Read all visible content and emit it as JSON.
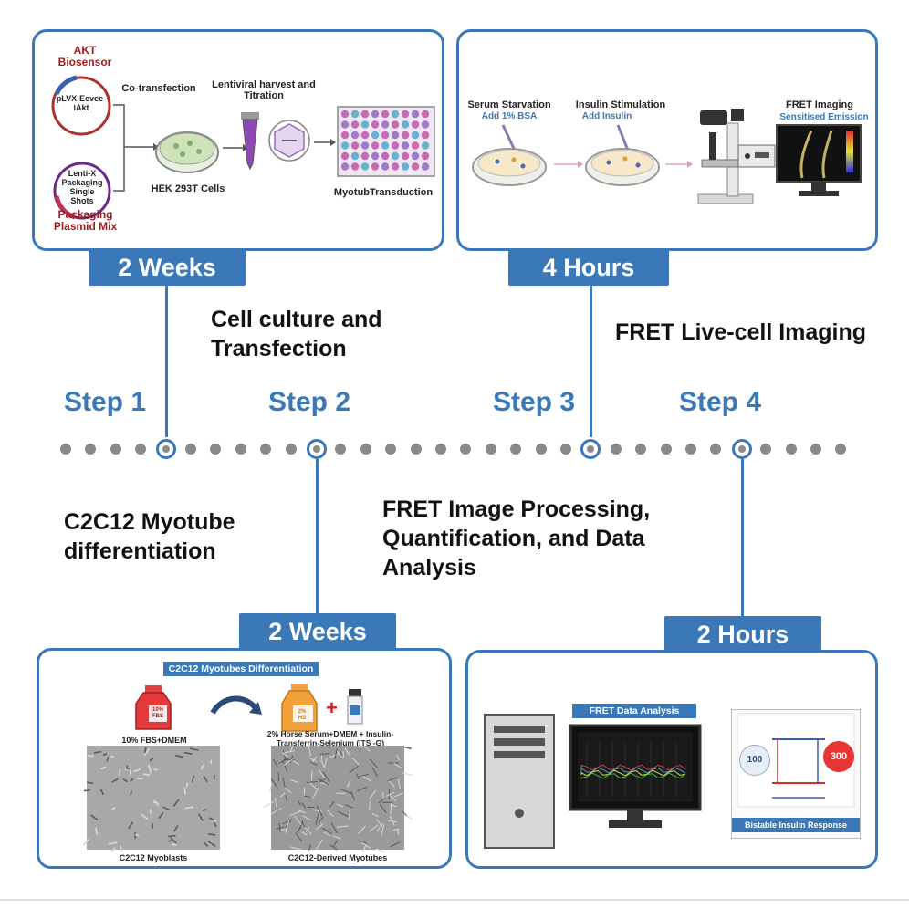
{
  "panel1": {
    "biosensor_label": "AKT\nBiosensor",
    "plasmid1": "pLVX-Eevee-\niAkt",
    "plasmid2": "Lenti-X\nPackaging\nSingle\nShots",
    "packaging_label": "Packaging\nPlasmid Mix",
    "cotransfection": "Co-transfection",
    "harvest": "Lentiviral harvest and\nTitration",
    "hek": "HEK 293T Cells",
    "myotube": "MyotubTransduction",
    "duration": "2 Weeks"
  },
  "panel2": {
    "serum": "Serum Starvation",
    "bsa": "Add 1% BSA",
    "insulin_stim": "Insulin Stimulation",
    "add_insulin": "Add Insulin",
    "fret_imaging": "FRET Imaging",
    "sensitised": "Sensitised Emission",
    "duration": "4 Hours"
  },
  "panel3": {
    "header": "C2C12 Myotubes Differentiation",
    "flask1_label": "10%\nFBS",
    "flask2_label": "2%\nHS",
    "medium1": "10% FBS+DMEM",
    "medium2": "2% Horse Serum+DMEM + Insulin-\nTransferrin-Selenium (ITS -G)",
    "caption1": "C2C12 Myoblasts",
    "caption2": "C2C12-Derived Myotubes",
    "duration": "2 Weeks"
  },
  "panel4": {
    "header": "FRET Data Analysis",
    "val_low": "100",
    "val_high": "300",
    "caption": "Bistable Insulin Response",
    "duration": "2 Hours"
  },
  "timeline": {
    "step1": "Step 1",
    "step2": "Step 2",
    "step3": "Step 3",
    "step4": "Step 4",
    "title1": "Cell culture and\nTransfection",
    "title2": "C2C12 Myotube\ndifferentiation",
    "title3": "FRET Live-cell Imaging",
    "title4": "FRET Image Processing,\nQuantification, and Data\nAnalysis"
  },
  "colors": {
    "accent": "#3a78b8",
    "dot": "#8a8a8a",
    "dark_red": "#9a1c1c"
  }
}
